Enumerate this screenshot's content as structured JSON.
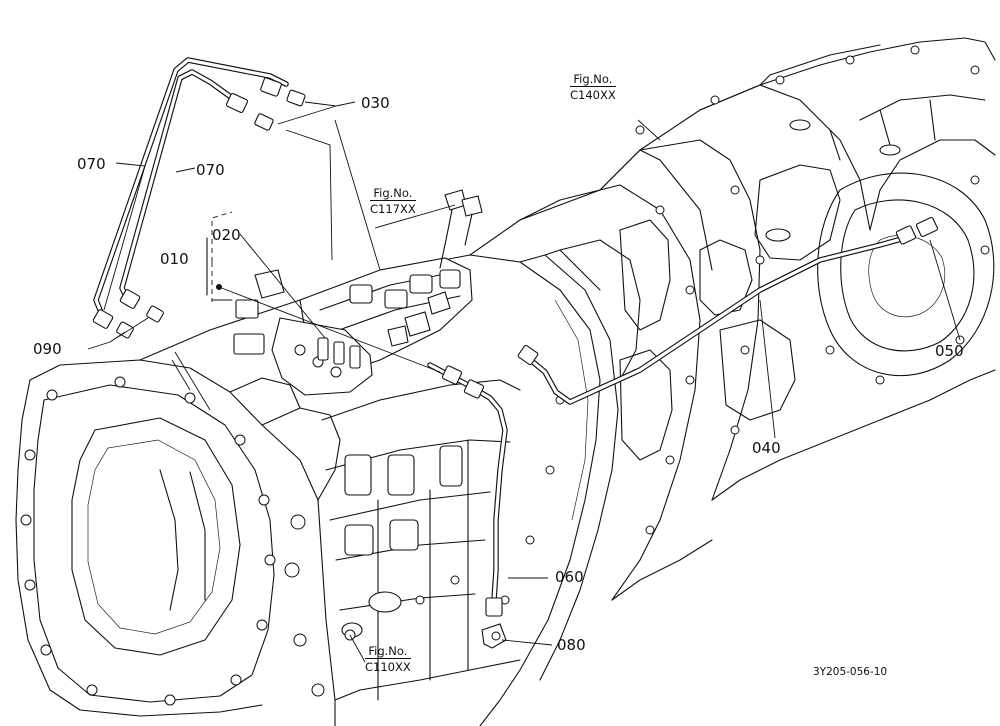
{
  "diagram": {
    "part_labels": [
      {
        "id": "p030",
        "text": "030"
      },
      {
        "id": "p070a",
        "text": "070"
      },
      {
        "id": "p070b",
        "text": "070"
      },
      {
        "id": "p020",
        "text": "020"
      },
      {
        "id": "p010",
        "text": "010"
      },
      {
        "id": "p090",
        "text": "090"
      },
      {
        "id": "p050",
        "text": "050"
      },
      {
        "id": "p040",
        "text": "040"
      },
      {
        "id": "p060",
        "text": "060"
      },
      {
        "id": "p080",
        "text": "080"
      }
    ],
    "figure_references": [
      {
        "title": "Fig.No.",
        "ref": "C140XX"
      },
      {
        "title": "Fig.No.",
        "ref": "C117XX"
      },
      {
        "title": "Fig.No.",
        "ref": "C110XX"
      }
    ],
    "drawing_code": "3Y205-056-10"
  }
}
